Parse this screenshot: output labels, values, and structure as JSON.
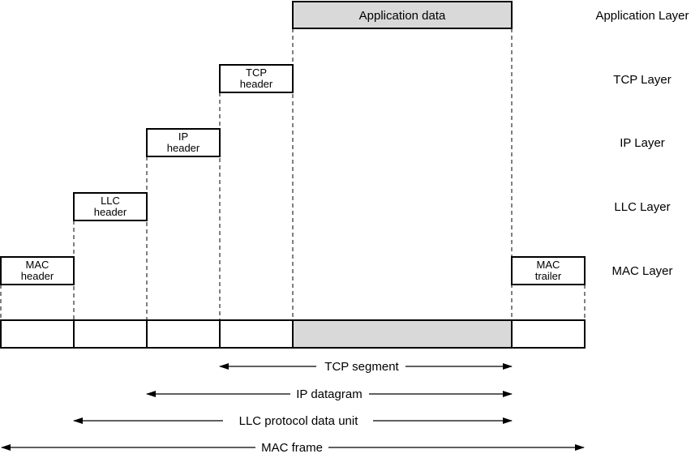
{
  "headers": {
    "application": "Application data",
    "tcp": [
      "TCP",
      "header"
    ],
    "ip": [
      "IP",
      "header"
    ],
    "llc": [
      "LLC",
      "header"
    ],
    "mac_header": [
      "MAC",
      "header"
    ],
    "mac_trailer": [
      "MAC",
      "trailer"
    ]
  },
  "layers": {
    "application": "Application Layer",
    "tcp": "TCP Layer",
    "ip": "IP Layer",
    "llc": "LLC Layer",
    "mac": "MAC Layer"
  },
  "spans": {
    "tcp_segment": "TCP segment",
    "ip_datagram": "IP datagram",
    "llc_pdu": "LLC protocol data unit",
    "mac_frame": "MAC frame"
  }
}
